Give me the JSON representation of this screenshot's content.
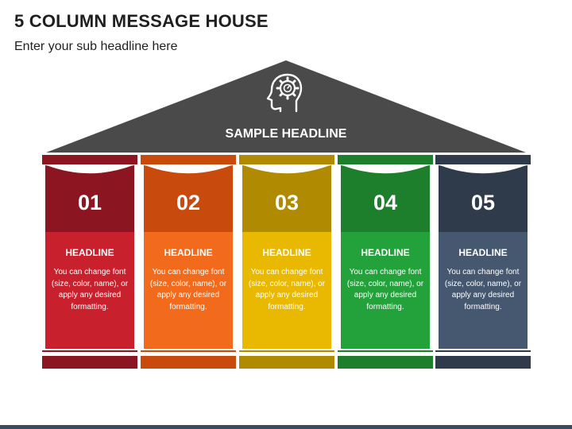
{
  "title": "5 COLUMN MESSAGE HOUSE",
  "subtitle": "Enter your sub headline here",
  "roof": {
    "headline": "SAMPLE HEADLINE",
    "color": "#4a4a4a",
    "icon": "head-gear-icon"
  },
  "columns": [
    {
      "number": "01",
      "headline": "HEADLINE",
      "text": "You can change font (size, color, name), or apply any desired formatting.",
      "cap_color": "#8b1520",
      "top_color": "#8b1520",
      "body_color": "#c8202d",
      "base_color": "#8b1520"
    },
    {
      "number": "02",
      "headline": "HEADLINE",
      "text": "You can change font (size, color, name), or apply any desired formatting.",
      "cap_color": "#c84a0c",
      "top_color": "#c84a0c",
      "body_color": "#f26b1d",
      "base_color": "#c84a0c"
    },
    {
      "number": "03",
      "headline": "HEADLINE",
      "text": "You can change font (size, color, name), or apply any desired formatting.",
      "cap_color": "#b08a00",
      "top_color": "#b08a00",
      "body_color": "#e9b800",
      "base_color": "#b08a00"
    },
    {
      "number": "04",
      "headline": "HEADLINE",
      "text": "You can change font (size, color, name), or apply any desired formatting.",
      "cap_color": "#1d7f2c",
      "top_color": "#1d7f2c",
      "body_color": "#23a23b",
      "base_color": "#1d7f2c"
    },
    {
      "number": "05",
      "headline": "HEADLINE",
      "text": "You can change font (size, color, name), or apply any desired formatting.",
      "cap_color": "#2f3b4b",
      "top_color": "#2f3b4b",
      "body_color": "#465870",
      "base_color": "#2f3b4b"
    }
  ]
}
